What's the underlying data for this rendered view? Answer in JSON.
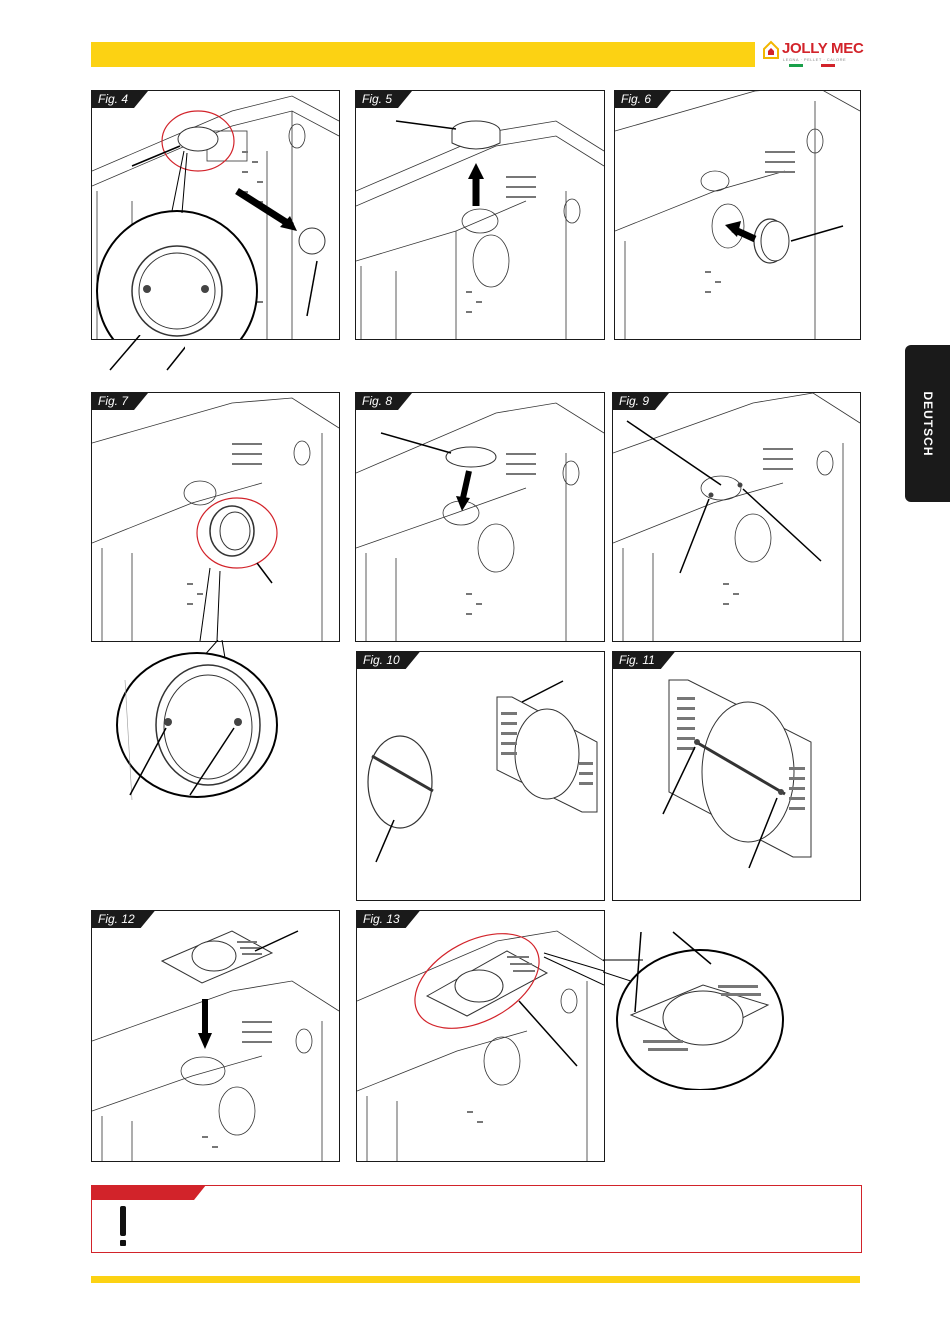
{
  "header": {
    "brand": "JOLLY MEC",
    "brand_tagline": "LEGNA · PELLET · CALORE",
    "brand_colors": {
      "accent": "#fcd213",
      "red": "#d2232a",
      "green": "#1aa04a"
    }
  },
  "side_tab": {
    "label": "DEUTSCH"
  },
  "figures": [
    {
      "label": "Fig. 4"
    },
    {
      "label": "Fig. 5"
    },
    {
      "label": "Fig. 6"
    },
    {
      "label": "Fig. 7"
    },
    {
      "label": "Fig. 8"
    },
    {
      "label": "Fig. 9"
    },
    {
      "label": "Fig. 10"
    },
    {
      "label": "Fig. 11"
    },
    {
      "label": "Fig. 12"
    },
    {
      "label": "Fig. 13"
    }
  ],
  "warning": {
    "icon": "exclamation-icon",
    "text": ""
  }
}
